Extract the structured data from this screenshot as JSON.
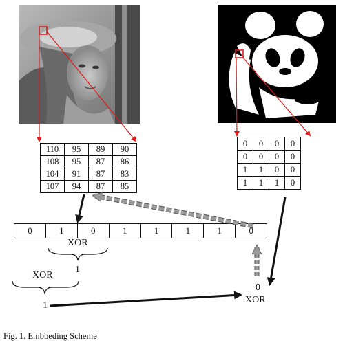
{
  "cover_image": {
    "description_icon": "portrait-photo"
  },
  "watermark_image": {
    "description_icon": "panda-logo"
  },
  "pixel_block": [
    [
      "110",
      "95",
      "89",
      "90"
    ],
    [
      "108",
      "95",
      "87",
      "86"
    ],
    [
      "104",
      "91",
      "87",
      "83"
    ],
    [
      "107",
      "94",
      "87",
      "85"
    ]
  ],
  "watermark_block": [
    [
      "0",
      "0",
      "0",
      "0"
    ],
    [
      "0",
      "0",
      "0",
      "0"
    ],
    [
      "1",
      "1",
      "0",
      "0"
    ],
    [
      "1",
      "1",
      "1",
      "0"
    ]
  ],
  "bit_strip": [
    "0",
    "1",
    "0",
    "1",
    "1",
    "1",
    "1",
    "0"
  ],
  "labels": {
    "xor_upper": "XOR",
    "xor_upper_result": "1",
    "xor_lower": "XOR",
    "xor_lower_result": "1",
    "final_bit": "0",
    "final_xor": "XOR"
  },
  "caption": "Fig. 1.   Embbeding Scheme",
  "colors": {
    "marker_red": "#e01b1b",
    "arrow_black": "#111111",
    "arrow_gray": "#9a9a9a"
  }
}
